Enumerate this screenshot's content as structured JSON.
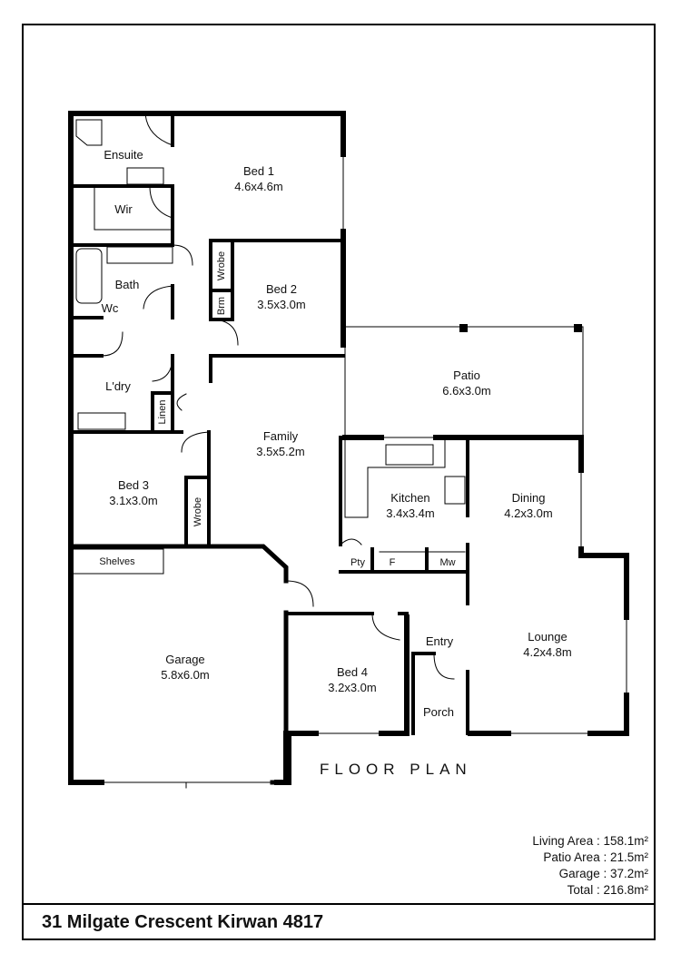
{
  "rooms": {
    "ensuite": {
      "name": "Ensuite"
    },
    "wir": {
      "name": "Wir"
    },
    "bath": {
      "name": "Bath"
    },
    "wc": {
      "name": "Wc"
    },
    "laundry": {
      "name": "L'dry"
    },
    "linen": {
      "name": "Linen"
    },
    "wrobe1": {
      "name": "Wrobe"
    },
    "broom": {
      "name": "Brm"
    },
    "wrobe2": {
      "name": "Wrobe"
    },
    "bed1": {
      "name": "Bed 1",
      "size": "4.6x4.6m"
    },
    "bed2": {
      "name": "Bed 2",
      "size": "3.5x3.0m"
    },
    "bed3": {
      "name": "Bed 3",
      "size": "3.1x3.0m"
    },
    "bed4": {
      "name": "Bed 4",
      "size": "3.2x3.0m"
    },
    "patio": {
      "name": "Patio",
      "size": "6.6x3.0m"
    },
    "family": {
      "name": "Family",
      "size": "3.5x5.2m"
    },
    "kitchen": {
      "name": "Kitchen",
      "size": "3.4x3.4m"
    },
    "dining": {
      "name": "Dining",
      "size": "4.2x3.0m"
    },
    "lounge": {
      "name": "Lounge",
      "size": "4.2x4.8m"
    },
    "garage": {
      "name": "Garage",
      "size": "5.8x6.0m"
    },
    "shelves": {
      "name": "Shelves"
    },
    "pantry": {
      "name": "Pty"
    },
    "fridge": {
      "name": "F"
    },
    "microwave": {
      "name": "Mw"
    },
    "entry": {
      "name": "Entry"
    },
    "porch": {
      "name": "Porch"
    }
  },
  "plan_title": "FLOOR PLAN",
  "areas": [
    {
      "label": "Living Area :",
      "value": "158.1m²"
    },
    {
      "label": "Patio Area :",
      "value": "21.5m²"
    },
    {
      "label": "Garage :",
      "value": "37.2m²"
    },
    {
      "label": "Total :",
      "value": "216.8m²"
    }
  ],
  "address": "31 Milgate Crescent Kirwan 4817"
}
